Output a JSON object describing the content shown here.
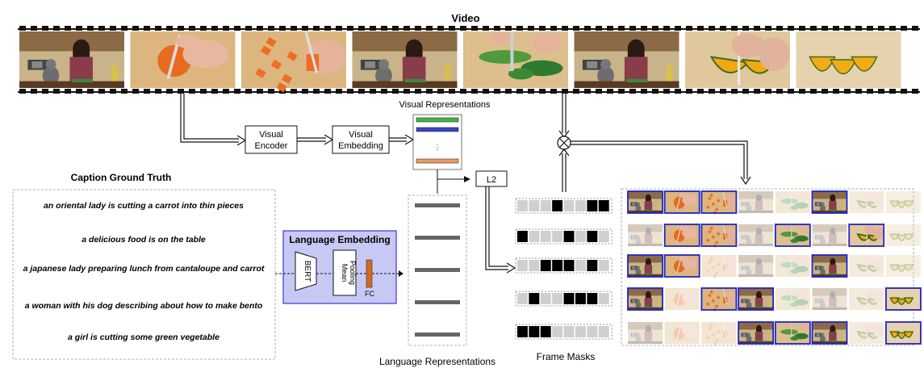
{
  "video": {
    "title": "Video",
    "frames": [
      {
        "kind": "kitchen",
        "subject": "lady"
      },
      {
        "kind": "carrot-knife"
      },
      {
        "kind": "carrot-pieces"
      },
      {
        "kind": "kitchen",
        "subject": "lady"
      },
      {
        "kind": "green-veg"
      },
      {
        "kind": "kitchen",
        "subject": "lady"
      },
      {
        "kind": "pumpkin-knife"
      },
      {
        "kind": "pumpkin-slices"
      }
    ]
  },
  "visual_encoder": {
    "line1": "Visual",
    "line2": "Encoder"
  },
  "visual_embedding": {
    "line1": "Visual",
    "line2": "Embedding"
  },
  "visual_representations": {
    "title": "Visual Representations",
    "bar_colors": [
      "#3fb83f",
      "#3a43c7",
      "#f09a5a"
    ],
    "ellipsis": "⋮"
  },
  "l2_label": "L2",
  "captions": {
    "title": "Caption Ground Truth",
    "items": [
      "an oriental lady is cutting a carrot into thin pieces",
      "a delicious food is on the table",
      "a japanese lady preparing lunch from cantaloupe and carrot",
      "a woman with his dog describing about how to make bento",
      "a girl is cutting some green vegetable"
    ]
  },
  "language_embedding": {
    "title": "Language Embedding",
    "bert": "BERT",
    "pooling_line1": "Mean",
    "pooling_line2": "Pooling",
    "fc": "FC",
    "fc_color": "#d2691e"
  },
  "language_representations": {
    "title": "Language Representations",
    "count": 5
  },
  "frame_masks": {
    "title": "Frame Masks",
    "rows": [
      [
        0,
        0,
        0,
        1,
        0,
        0,
        1,
        1
      ],
      [
        1,
        0,
        0,
        0,
        1,
        0,
        1,
        0
      ],
      [
        0,
        0,
        1,
        1,
        1,
        0,
        1,
        0
      ],
      [
        0,
        1,
        0,
        0,
        1,
        1,
        1,
        0
      ],
      [
        1,
        1,
        1,
        0,
        0,
        0,
        0,
        0
      ]
    ]
  },
  "masked_frames": {
    "rows": [
      [
        1,
        1,
        1,
        0,
        0,
        1,
        0,
        0
      ],
      [
        0,
        1,
        1,
        0,
        1,
        0,
        1,
        0
      ],
      [
        1,
        1,
        0,
        0,
        0,
        1,
        0,
        0
      ],
      [
        1,
        0,
        1,
        1,
        0,
        0,
        0,
        1
      ],
      [
        0,
        0,
        0,
        1,
        1,
        1,
        0,
        1
      ]
    ],
    "highlight_color": "#1f25c9"
  },
  "multiply_symbol": "⊗",
  "colors": {
    "accent_purple": "#c8c8f5",
    "accent_border": "#3a3ad0"
  }
}
